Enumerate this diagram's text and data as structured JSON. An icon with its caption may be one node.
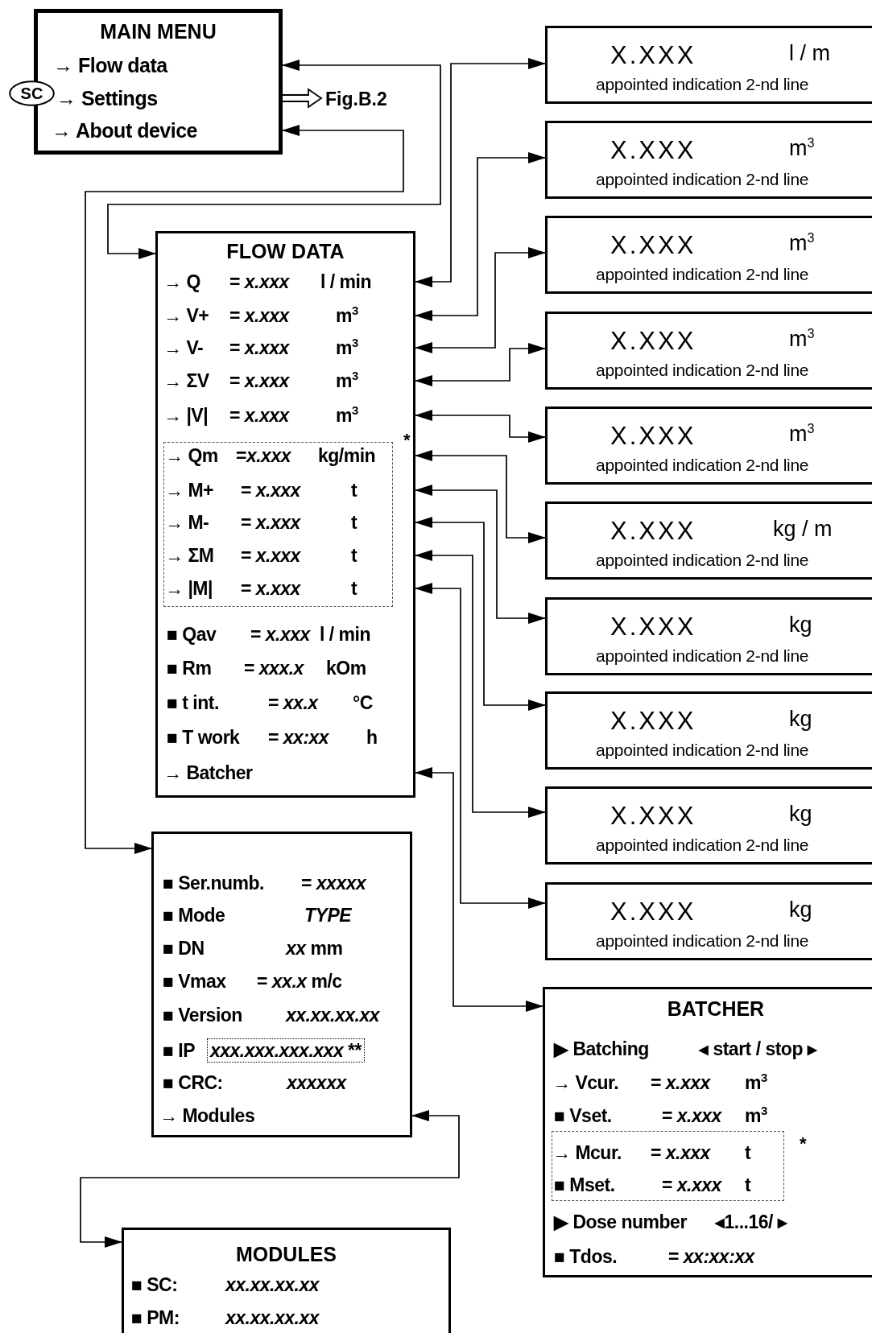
{
  "diagram": {
    "nodes": [
      {
        "text": [
          "MAIN MENU"
        ]
      },
      {
        "text": [
          "→ Flow data"
        ],
        "in": 0
      },
      {
        "text": [
          "→ Settings"
        ],
        "in": 0
      },
      {
        "text": [
          "→ About device"
        ],
        "in": 0
      },
      {
        "text": [
          "SC"
        ]
      },
      {
        "text": [
          "Fig.B.2"
        ]
      },
      {
        "text": [
          "FLOW DATA"
        ]
      },
      {
        "text": [
          "→ Q",
          "= *x.xxx*",
          "l / min"
        ],
        "in": 6
      },
      {
        "text": [
          "→ V+",
          "= *x.xxx*",
          "m$^{3}$"
        ],
        "in": 6
      },
      {
        "text": [
          "→ V-",
          "= *x.xxx*",
          "m$^{3}$"
        ],
        "in": 6
      },
      {
        "text": [
          "→ ΣV",
          "= *x.xxx*",
          "m$^{3}$"
        ],
        "in": 6
      },
      {
        "text": [
          "→ |V|",
          "= *x.xxx*",
          "m$^{3}$"
        ],
        "in": 6
      },
      {
        "text": [
          "→ Qm",
          "=*x.xxx*",
          "kg/min"
        ],
        "in": 6
      },
      {
        "text": [
          "→ M+",
          "= *x.xxx*",
          "t"
        ],
        "in": 6
      },
      {
        "text": [
          "→ M-",
          "= *x.xxx*",
          "t"
        ],
        "in": 6
      },
      {
        "text": [
          "→ ΣM",
          "= *x.xxx*",
          "t"
        ],
        "in": 6
      },
      {
        "text": [
          "→ |M|",
          "= *x.xxx*",
          "t"
        ],
        "in": 6
      },
      {
        "text": [
          "■ Qav",
          "= *x.xxx*",
          "l / min"
        ],
        "in": 6
      },
      {
        "text": [
          "■ Rm",
          "= *xxx.x*",
          "kOm"
        ],
        "in": 6
      },
      {
        "text": [
          "■ t int.",
          "= *xx.x*",
          "°C"
        ],
        "in": 6
      },
      {
        "text": [
          "■ T work",
          "= *xx:xx*",
          "h"
        ],
        "in": 6
      },
      {
        "text": [
          "→ Batcher"
        ],
        "in": 6
      },
      {
        "text": [],
        "shape": "box"
      },
      {
        "text": [
          "■ Ser.numb.",
          "= *xxxxx*"
        ],
        "in": 22
      },
      {
        "text": [
          "■ Mode",
          "*TYPE*"
        ],
        "in": 22
      },
      {
        "text": [
          "■ DN",
          "*xx* mm"
        ],
        "in": 22
      },
      {
        "text": [
          "■ Vmax",
          "= *xx.x* m/c"
        ],
        "in": 22
      },
      {
        "text": [
          "■ Version",
          "*xx.xx.xx.xx*"
        ],
        "in": 22
      },
      {
        "text": [
          "■ IP",
          "*xxx.xxx.xxx.xxx* **"
        ],
        "in": 22
      },
      {
        "text": [
          "■ CRC:",
          "*xxxxxx*"
        ],
        "in": 22
      },
      {
        "text": [
          "→ Modules"
        ],
        "in": 22
      },
      {
        "text": [
          "X.XXX",
          "l / m",
          "appointed indication 2-nd line"
        ]
      },
      {
        "text": [
          "X.XXX",
          "m$^{3}$",
          "appointed indication 2-nd line"
        ]
      },
      {
        "text": [
          "X.XXX",
          "m$^{3}$",
          "appointed indication 2-nd line"
        ]
      },
      {
        "text": [
          "X.XXX",
          "m$^{3}$",
          "appointed indication 2-nd line"
        ]
      },
      {
        "text": [
          "X.XXX",
          "m$^{3}$",
          "appointed indication 2-nd line"
        ]
      },
      {
        "text": [
          "X.XXX",
          "kg / m",
          "appointed indication 2-nd line"
        ]
      },
      {
        "text": [
          "X.XXX",
          "kg",
          "appointed indication 2-nd line"
        ]
      },
      {
        "text": [
          "X.XXX",
          "kg",
          "appointed indication 2-nd line"
        ]
      },
      {
        "text": [
          "X.XXX",
          "kg",
          "appointed indication 2-nd line"
        ]
      },
      {
        "text": [
          "X.XXX",
          "kg",
          "appointed indication 2-nd line"
        ]
      },
      {
        "text": [
          "BATCHER"
        ]
      },
      {
        "text": [
          "▶ Batching",
          "◂ start / stop ▸"
        ],
        "in": 41
      },
      {
        "text": [
          "→ Vcur.",
          "= *x.xxx*",
          "m$^{3}$"
        ],
        "in": 41
      },
      {
        "text": [
          "■ Vset.",
          "= *x.xxx*",
          "m$^{3}$"
        ],
        "in": 41
      },
      {
        "text": [
          "→ Mcur.",
          "= *x.xxx*",
          "t"
        ],
        "in": 41
      },
      {
        "text": [
          "■ Mset.",
          "= *x.xxx*",
          "t"
        ],
        "in": 41
      },
      {
        "text": [
          "▶ Dose number",
          "◂1...16/ ▸"
        ],
        "in": 41
      },
      {
        "text": [
          "■ Tdos.",
          "= *xx:xx:xx*"
        ],
        "in": 41
      },
      {
        "text": [
          "MODULES"
        ]
      },
      {
        "text": [
          "■ SC:",
          "*xx.xx.xx.xx*"
        ],
        "in": 49
      },
      {
        "text": [
          "■ PM:",
          "*xx.xx.xx.xx*"
        ],
        "in": 49
      }
    ],
    "edges": [
      {
        "from": 0,
        "to": 6,
        "arrow": "both"
      },
      {
        "from": 0,
        "to": 5,
        "arrow": "to",
        "style": "thick"
      },
      {
        "from": 0,
        "to": 22,
        "arrow": "both"
      },
      {
        "from": 6,
        "to": 31,
        "arrow": "both"
      },
      {
        "from": 6,
        "to": 32,
        "arrow": "both"
      },
      {
        "from": 6,
        "to": 33,
        "arrow": "both"
      },
      {
        "from": 6,
        "to": 34,
        "arrow": "both"
      },
      {
        "from": 6,
        "to": 35,
        "arrow": "both"
      },
      {
        "from": 6,
        "to": 36,
        "arrow": "both"
      },
      {
        "from": 6,
        "to": 37,
        "arrow": "both"
      },
      {
        "from": 6,
        "to": 38,
        "arrow": "both"
      },
      {
        "from": 6,
        "to": 39,
        "arrow": "both"
      },
      {
        "from": 6,
        "to": 40,
        "arrow": "both"
      },
      {
        "from": 6,
        "to": 41,
        "arrow": "both"
      },
      {
        "from": 22,
        "to": 49,
        "arrow": "both"
      }
    ],
    "labels": [
      "*",
      "*"
    ]
  }
}
